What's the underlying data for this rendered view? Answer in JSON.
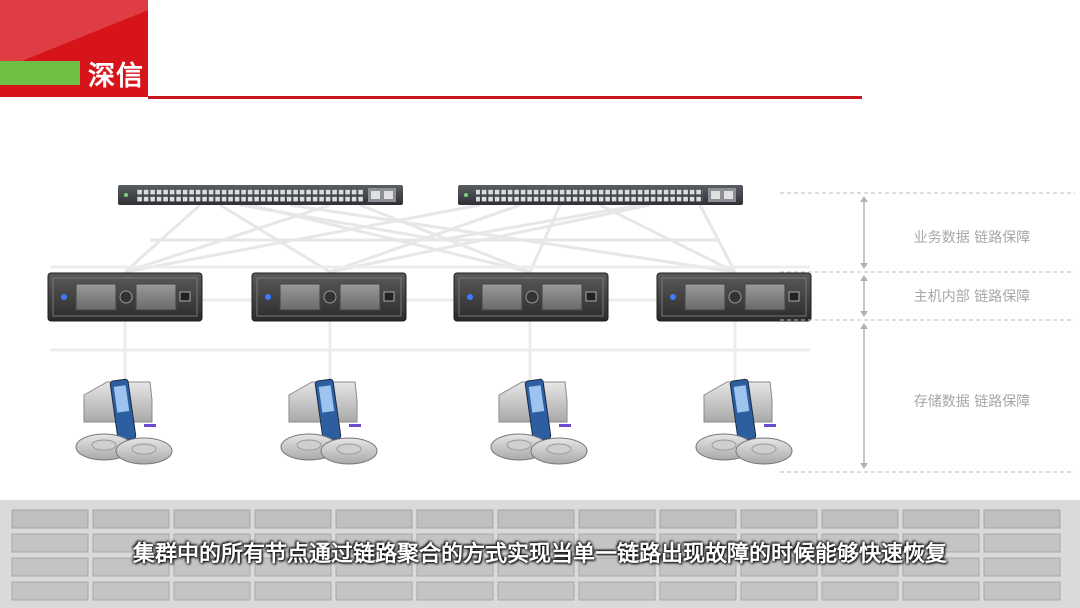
{
  "header": {
    "brand": "深信"
  },
  "diagram": {
    "labels": {
      "business": "业务数据 链路保障",
      "host": "主机内部 链路保障",
      "storage": "存储数据 链路保障"
    },
    "switches": 2,
    "servers": 4,
    "storage_groups": 4
  },
  "caption": "集群中的所有节点通过链路聚合的方式实现当单一链路出现故障的时候能够快速恢复",
  "colors": {
    "accent_red": "#d7141a",
    "accent_green": "#6fbf44"
  }
}
